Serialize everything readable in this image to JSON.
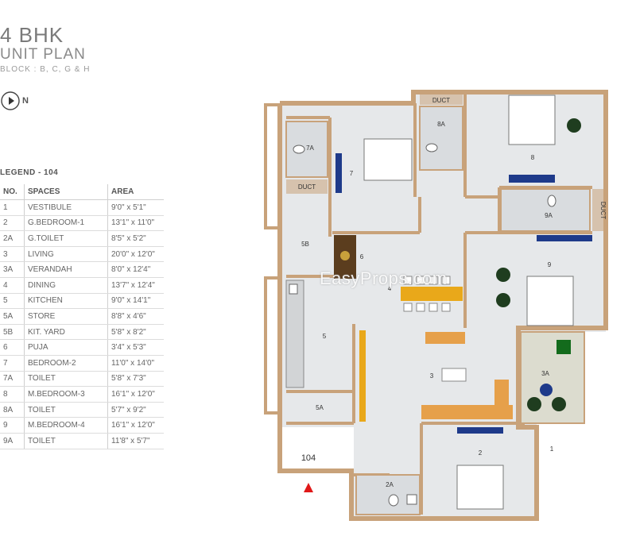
{
  "header": {
    "title": "4 BHK",
    "subtitle": "UNIT PLAN",
    "blocks": "BLOCK : B, C, G & H"
  },
  "north": {
    "label": "N"
  },
  "legend": {
    "title": "LEGEND - 104",
    "columns": [
      "NO.",
      "SPACES",
      "AREA"
    ],
    "rows": [
      [
        "1",
        "VESTIBULE",
        "9'0\" x 5'1\""
      ],
      [
        "2",
        "G.BEDROOM-1",
        "13'1\" x 11'0\""
      ],
      [
        "2A",
        "G.TOILET",
        "8'5\" x 5'2\""
      ],
      [
        "3",
        "LIVING",
        "20'0\" x 12'0\""
      ],
      [
        "3A",
        "VERANDAH",
        "8'0\" x 12'4\""
      ],
      [
        "4",
        "DINING",
        "13'7\" x 12'4\""
      ],
      [
        "5",
        "KITCHEN",
        "9'0\" x 14'1\""
      ],
      [
        "5A",
        "STORE",
        "8'8\" x 4'6\""
      ],
      [
        "5B",
        "KIT. YARD",
        "5'8\" x 8'2\""
      ],
      [
        "6",
        "PUJA",
        "3'4\" x 5'3\""
      ],
      [
        "7",
        "BEDROOM-2",
        "11'0\" x 14'0\""
      ],
      [
        "7A",
        "TOILET",
        "5'8\" x 7'3\""
      ],
      [
        "8",
        "M.BEDROOM-3",
        "16'1\" x 12'0\""
      ],
      [
        "8A",
        "TOILET",
        "5'7\" x 9'2\""
      ],
      [
        "9",
        "M.BEDROOM-4",
        "16'1\" x 12'0\""
      ],
      [
        "9A",
        "TOILET",
        "11'8\" x 5'7\""
      ]
    ]
  },
  "plan": {
    "unit_number": "104",
    "room_labels": {
      "r1": "1",
      "r2": "2",
      "r2a": "2A",
      "r3": "3",
      "r3a": "3A",
      "r4": "4",
      "r5": "5",
      "r5a": "5A",
      "r5b": "5B",
      "r6": "6",
      "r7": "7",
      "r7a": "7A",
      "r8": "8",
      "r8a": "8A",
      "r9": "9",
      "r9a": "9A",
      "duct1": "DUCT",
      "duct2": "DUCT",
      "duct3": "DUCT"
    },
    "colors": {
      "wall": "#c8a27a",
      "floor": "#e6e8ea",
      "wet": "#d9dcdf",
      "accent_yellow": "#e9a81a",
      "accent_orange": "#e6a04a",
      "bed_blue": "#1e3a8a",
      "entry_arrow": "#e01818"
    }
  },
  "watermark": "EasyProps.com"
}
